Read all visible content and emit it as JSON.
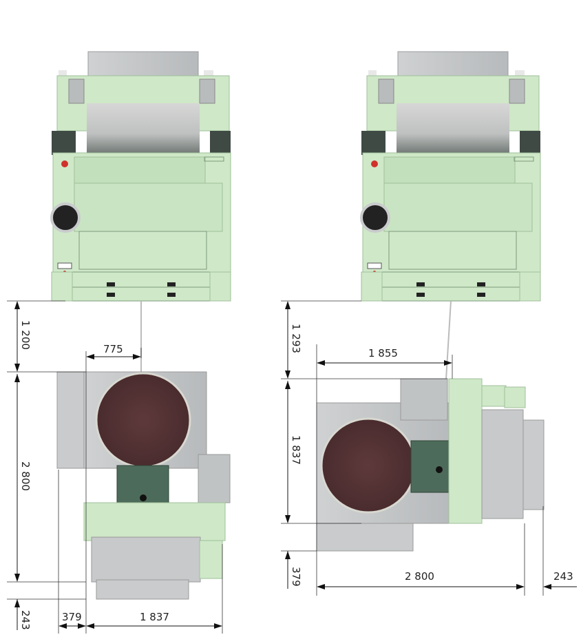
{
  "left_layout": {
    "dim_vertical_top": "1 200",
    "dim_horizontal_offset": "775",
    "dim_vertical_main": "2 800",
    "dim_vertical_bottom": "243",
    "dim_horizontal_small": "379",
    "dim_horizontal_main": "1 837"
  },
  "right_layout": {
    "dim_vertical_top": "1 293",
    "dim_horizontal_offset": "1 855",
    "dim_vertical_main": "1 837",
    "dim_vertical_bottom": "379",
    "dim_horizontal_main": "2 800",
    "dim_horizontal_small": "243"
  },
  "colors": {
    "machine_green": "#cfe8c8",
    "machine_green_dark": "#9fbf9a",
    "frame_dark": "#3f4a45",
    "steel_gray": "#c9cbcc",
    "steel_gray_dark": "#a9acae",
    "can_brown": "#5a3638",
    "head_dark_green": "#4d6b5a"
  }
}
